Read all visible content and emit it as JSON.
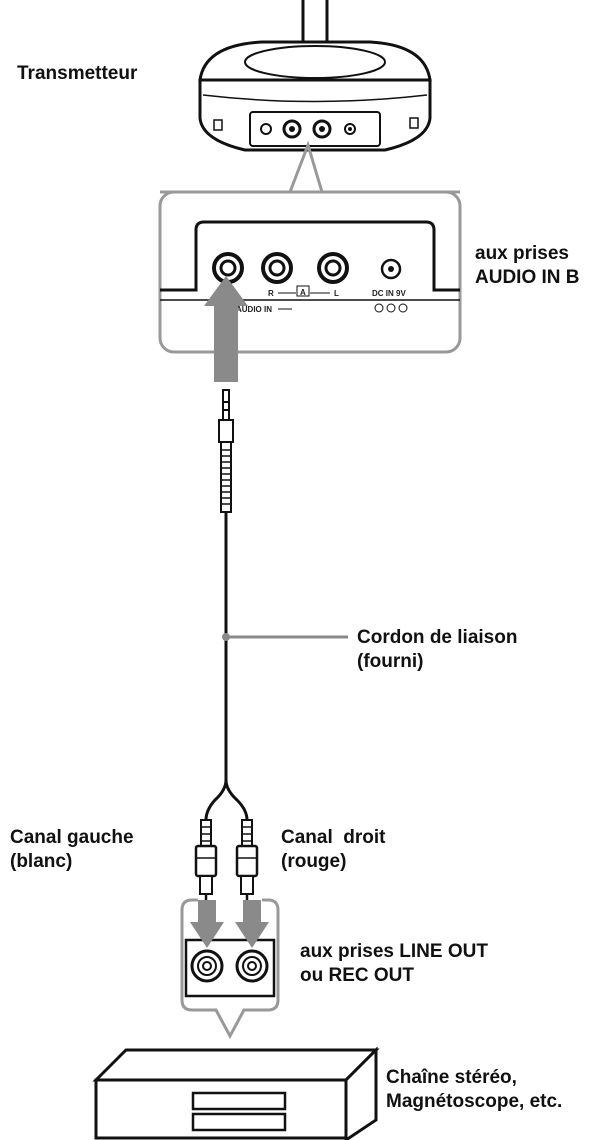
{
  "labels": {
    "transmitter": "Transmetteur",
    "audio_in_line1": "aux prises",
    "audio_in_line2": "AUDIO IN B",
    "cord_line1": "Cordon de liaison",
    "cord_line2": "(fourni)",
    "left_channel_line1": "Canal gauche",
    "left_channel_line2": "(blanc)",
    "right_channel_line1": "Canal  droit",
    "right_channel_line2": "(rouge)",
    "line_out_line1": "aux prises LINE OUT",
    "line_out_line2": "ou REC OUT",
    "device_line1": "Chaîne stéréo,",
    "device_line2": "Magnétoscope, etc."
  },
  "panel_text": {
    "r": "R",
    "a": "A",
    "l": "L",
    "audio_in": "AUDIO IN",
    "dc_in": "DC IN 9V"
  },
  "colors": {
    "line": "#111111",
    "arrow": "#8a8a8a",
    "panel_outline": "#9a9a9a"
  }
}
